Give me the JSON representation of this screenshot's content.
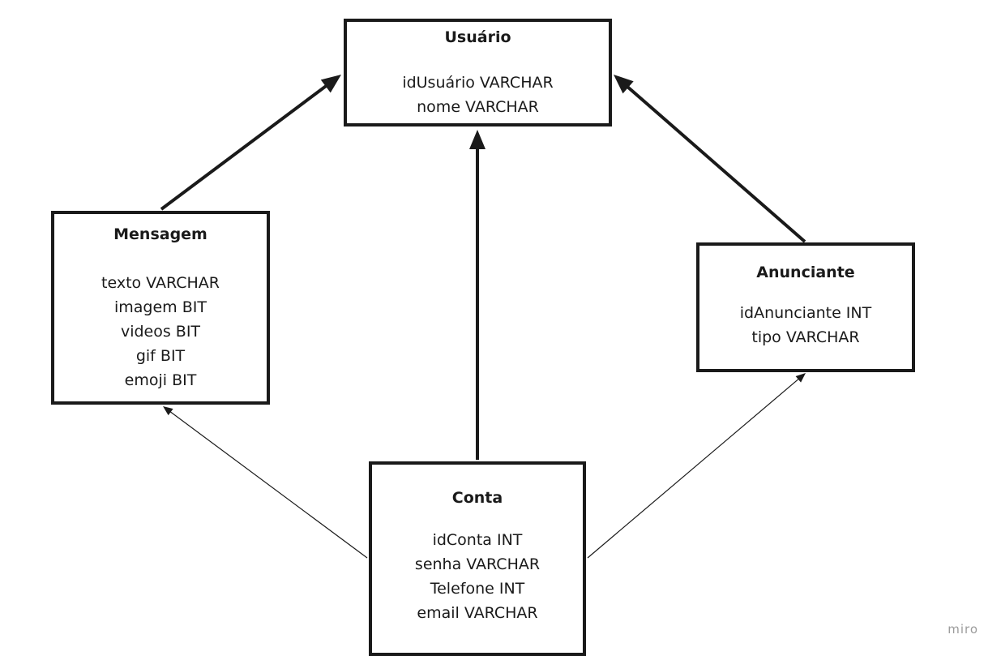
{
  "entities": {
    "usuario": {
      "title": "Usuário",
      "fields": [
        "idUsuário VARCHAR",
        "nome VARCHAR"
      ]
    },
    "mensagem": {
      "title": "Mensagem",
      "fields": [
        "texto VARCHAR",
        "imagem BIT",
        "videos BIT",
        "gif BIT",
        "emoji BIT"
      ]
    },
    "anunciante": {
      "title": "Anunciante",
      "fields": [
        "idAnunciante INT",
        "tipo VARCHAR"
      ]
    },
    "conta": {
      "title": "Conta",
      "fields": [
        "idConta INT",
        "senha VARCHAR",
        "Telefone INT",
        "email VARCHAR"
      ]
    }
  },
  "relations": [
    {
      "from": "mensagem",
      "to": "usuario",
      "weight": "thick"
    },
    {
      "from": "conta",
      "to": "usuario",
      "weight": "thick"
    },
    {
      "from": "anunciante",
      "to": "usuario",
      "weight": "thick"
    },
    {
      "from": "conta",
      "to": "mensagem",
      "weight": "thin"
    },
    {
      "from": "conta",
      "to": "anunciante",
      "weight": "thin"
    }
  ],
  "colors": {
    "stroke": "#1a1a1a",
    "background": "#ffffff",
    "watermark": "#9b9b9b"
  },
  "watermark": "miro"
}
